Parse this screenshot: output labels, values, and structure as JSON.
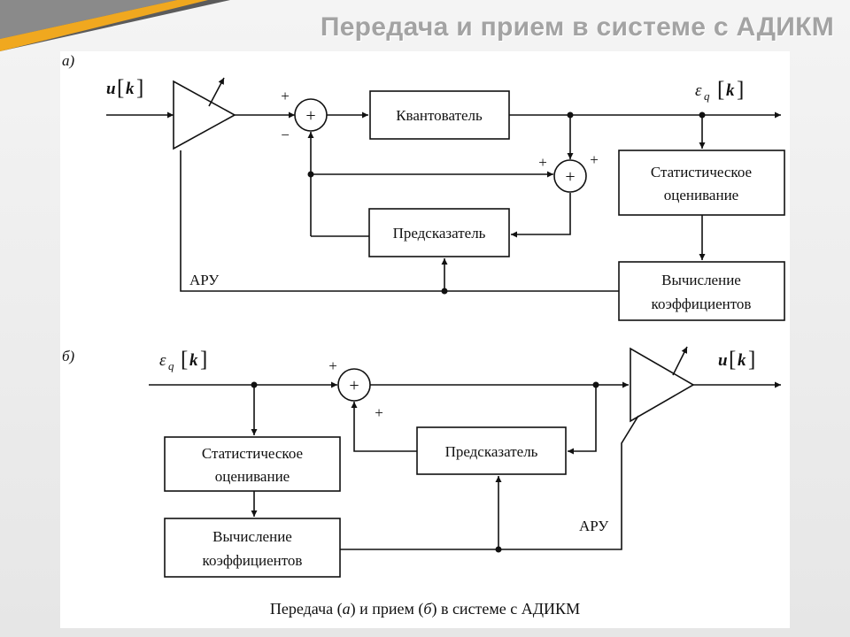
{
  "slide": {
    "title": "Передача и прием в системе с АДИКМ",
    "accent_color": "#f0a81f"
  },
  "diagram": {
    "part_a": {
      "label": "а)",
      "input_var": "u",
      "input_idx": "k",
      "output_var": "ε",
      "output_sub": "q",
      "output_idx": "k",
      "quantizer": "Квантователь",
      "predictor": "Предсказатель",
      "stat_line1": "Статистическое",
      "stat_line2": "оценивание",
      "coef_line1": "Вычисление",
      "coef_line2": "коэффициентов",
      "agc": "АРУ",
      "sum1_sign_top": "+",
      "sum1_sign_bottom": "−",
      "sum2_sign_left": "+",
      "sum2_sign_right": "+",
      "sum_symbol": "+"
    },
    "part_b": {
      "label": "б)",
      "input_var": "ε",
      "input_sub": "q",
      "input_idx": "k",
      "output_var": "u",
      "output_idx": "k",
      "predictor": "Предсказатель",
      "stat_line1": "Статистическое",
      "stat_line2": "оценивание",
      "coef_line1": "Вычисление",
      "coef_line2": "коэффициентов",
      "agc": "АРУ",
      "sum_sign_top": "+",
      "sum_sign_bottom": "+",
      "sum_symbol": "+"
    },
    "caption": {
      "prefix": "Передача (",
      "a": "а",
      "middle": ") и прием (",
      "b": "б",
      "suffix": ") в системе с АДИКМ"
    }
  }
}
